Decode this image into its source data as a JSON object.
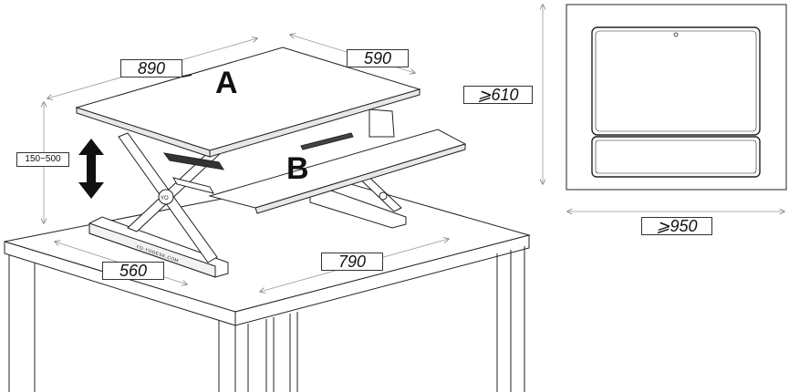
{
  "labels": {
    "surface_a": "A",
    "surface_b": "B",
    "height_range": "150~500",
    "width_top": "890",
    "depth_top": "590",
    "base_depth": "560",
    "base_width": "790",
    "min_table_depth": "⩾610",
    "min_table_width": "⩾950",
    "brand_text": "YO-YODESK.COM"
  },
  "colors": {
    "line": "#222222",
    "dim_line": "#9a9a9a",
    "background": "#ffffff"
  }
}
